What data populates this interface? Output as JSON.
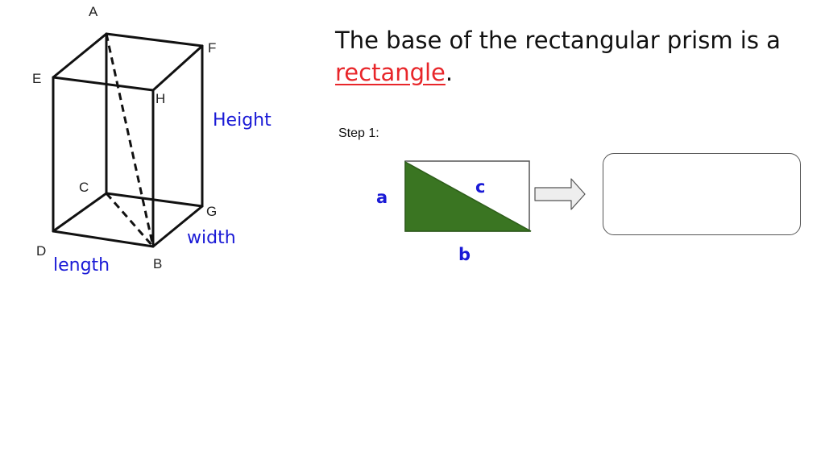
{
  "prism": {
    "vertices": {
      "A": "A",
      "B": "B",
      "C": "C",
      "D": "D",
      "E": "E",
      "F": "F",
      "G": "G",
      "H": "H"
    },
    "labels": {
      "height": "Height",
      "width": "width",
      "length": "length"
    },
    "line_color": "#111111",
    "label_color": "#1a1ad6"
  },
  "title": {
    "text_before": "The base of the rectangular prism is a ",
    "highlight": "rectangle",
    "text_after": ".",
    "highlight_color": "#e8262a"
  },
  "step": {
    "label": "Step 1:"
  },
  "triangle": {
    "fill_color": "#3a7522",
    "labels": {
      "a": "a",
      "b": "b",
      "c": "c"
    }
  },
  "arrow": {
    "icon": "right-arrow-icon",
    "fill_color": "#eeeeee"
  },
  "answer_box": {
    "value": ""
  }
}
